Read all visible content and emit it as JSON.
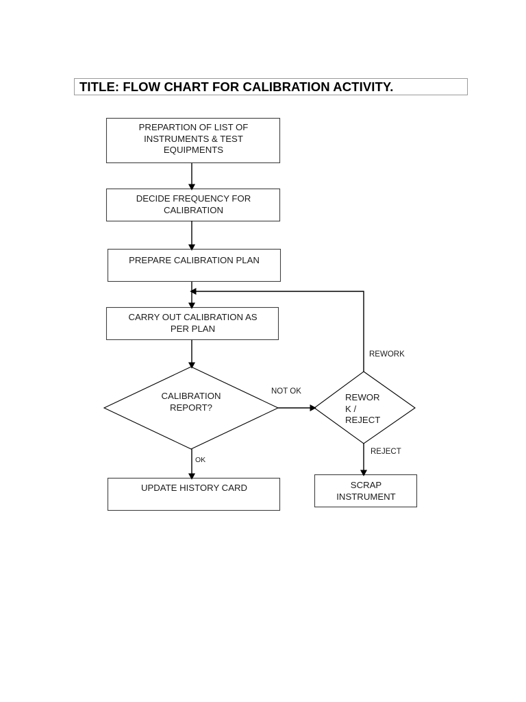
{
  "document": {
    "title_banner": "TITLE: FLOW CHART FOR CALIBRATION ACTIVITY.",
    "page_background": "#ffffff",
    "line_color": "#000000",
    "shape_border_color": "#3f3f3f"
  },
  "chart_data": {
    "type": "diagram",
    "diagram_kind": "flowchart",
    "title": "TITLE: FLOW CHART FOR CALIBRATION ACTIVITY.",
    "nodes": [
      {
        "id": "n1",
        "shape": "process",
        "label": "PREPARTION OF LIST OF\nINSTRUMENTS & TEST\nEQUIPMENTS"
      },
      {
        "id": "n2",
        "shape": "process",
        "label": "DECIDE FREQUENCY FOR\nCALIBRATION"
      },
      {
        "id": "n3",
        "shape": "process",
        "label": "PREPARE CALIBRATION PLAN"
      },
      {
        "id": "n4",
        "shape": "process",
        "label": "CARRY OUT CALIBRATION AS\nPER PLAN"
      },
      {
        "id": "d1",
        "shape": "decision",
        "label": "CALIBRATION\nREPORT?"
      },
      {
        "id": "d2",
        "shape": "decision",
        "label": "REWOR\nK /\nREJECT"
      },
      {
        "id": "n5",
        "shape": "process",
        "label": "UPDATE HISTORY CARD"
      },
      {
        "id": "n6",
        "shape": "process",
        "label": "SCRAP\nINSTRUMENT"
      }
    ],
    "edges": [
      {
        "from": "n1",
        "to": "n2",
        "label": ""
      },
      {
        "from": "n2",
        "to": "n3",
        "label": ""
      },
      {
        "from": "n3",
        "to": "n4",
        "label": ""
      },
      {
        "from": "n4",
        "to": "d1",
        "label": ""
      },
      {
        "from": "d1",
        "to": "d2",
        "label": "NOT OK"
      },
      {
        "from": "d1",
        "to": "n5",
        "label": "OK"
      },
      {
        "from": "d2",
        "to": "n4",
        "label": "REWORK"
      },
      {
        "from": "d2",
        "to": "n6",
        "label": "REJECT"
      }
    ],
    "edge_labels": {
      "not_ok": "NOT OK",
      "rework": "REWORK",
      "ok": "OK",
      "reject": "REJECT"
    }
  }
}
